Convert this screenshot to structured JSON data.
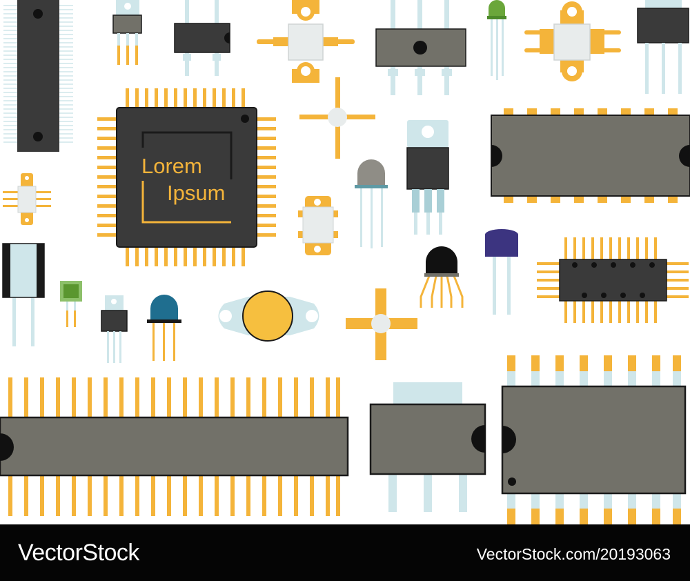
{
  "chip_text": {
    "line1": "Lorem",
    "line2": "Ipsum"
  },
  "footer": {
    "brand": "VectorStock",
    "reference": "VectorStock.com/20193063"
  },
  "colors": {
    "pin_gold": "#f4b43a",
    "pin_light": "#cfe6ea",
    "chip_dark": "#3a3a3a",
    "chip_gray": "#727169",
    "outline": "#1a1a1a",
    "led_green": "#6aa63a",
    "led_blue": "#1f6e8f",
    "led_gray": "#8f8d86",
    "cap_purple": "#3c3480",
    "yellow_disc": "#f6bf3f",
    "footer_bg": "#050505"
  }
}
